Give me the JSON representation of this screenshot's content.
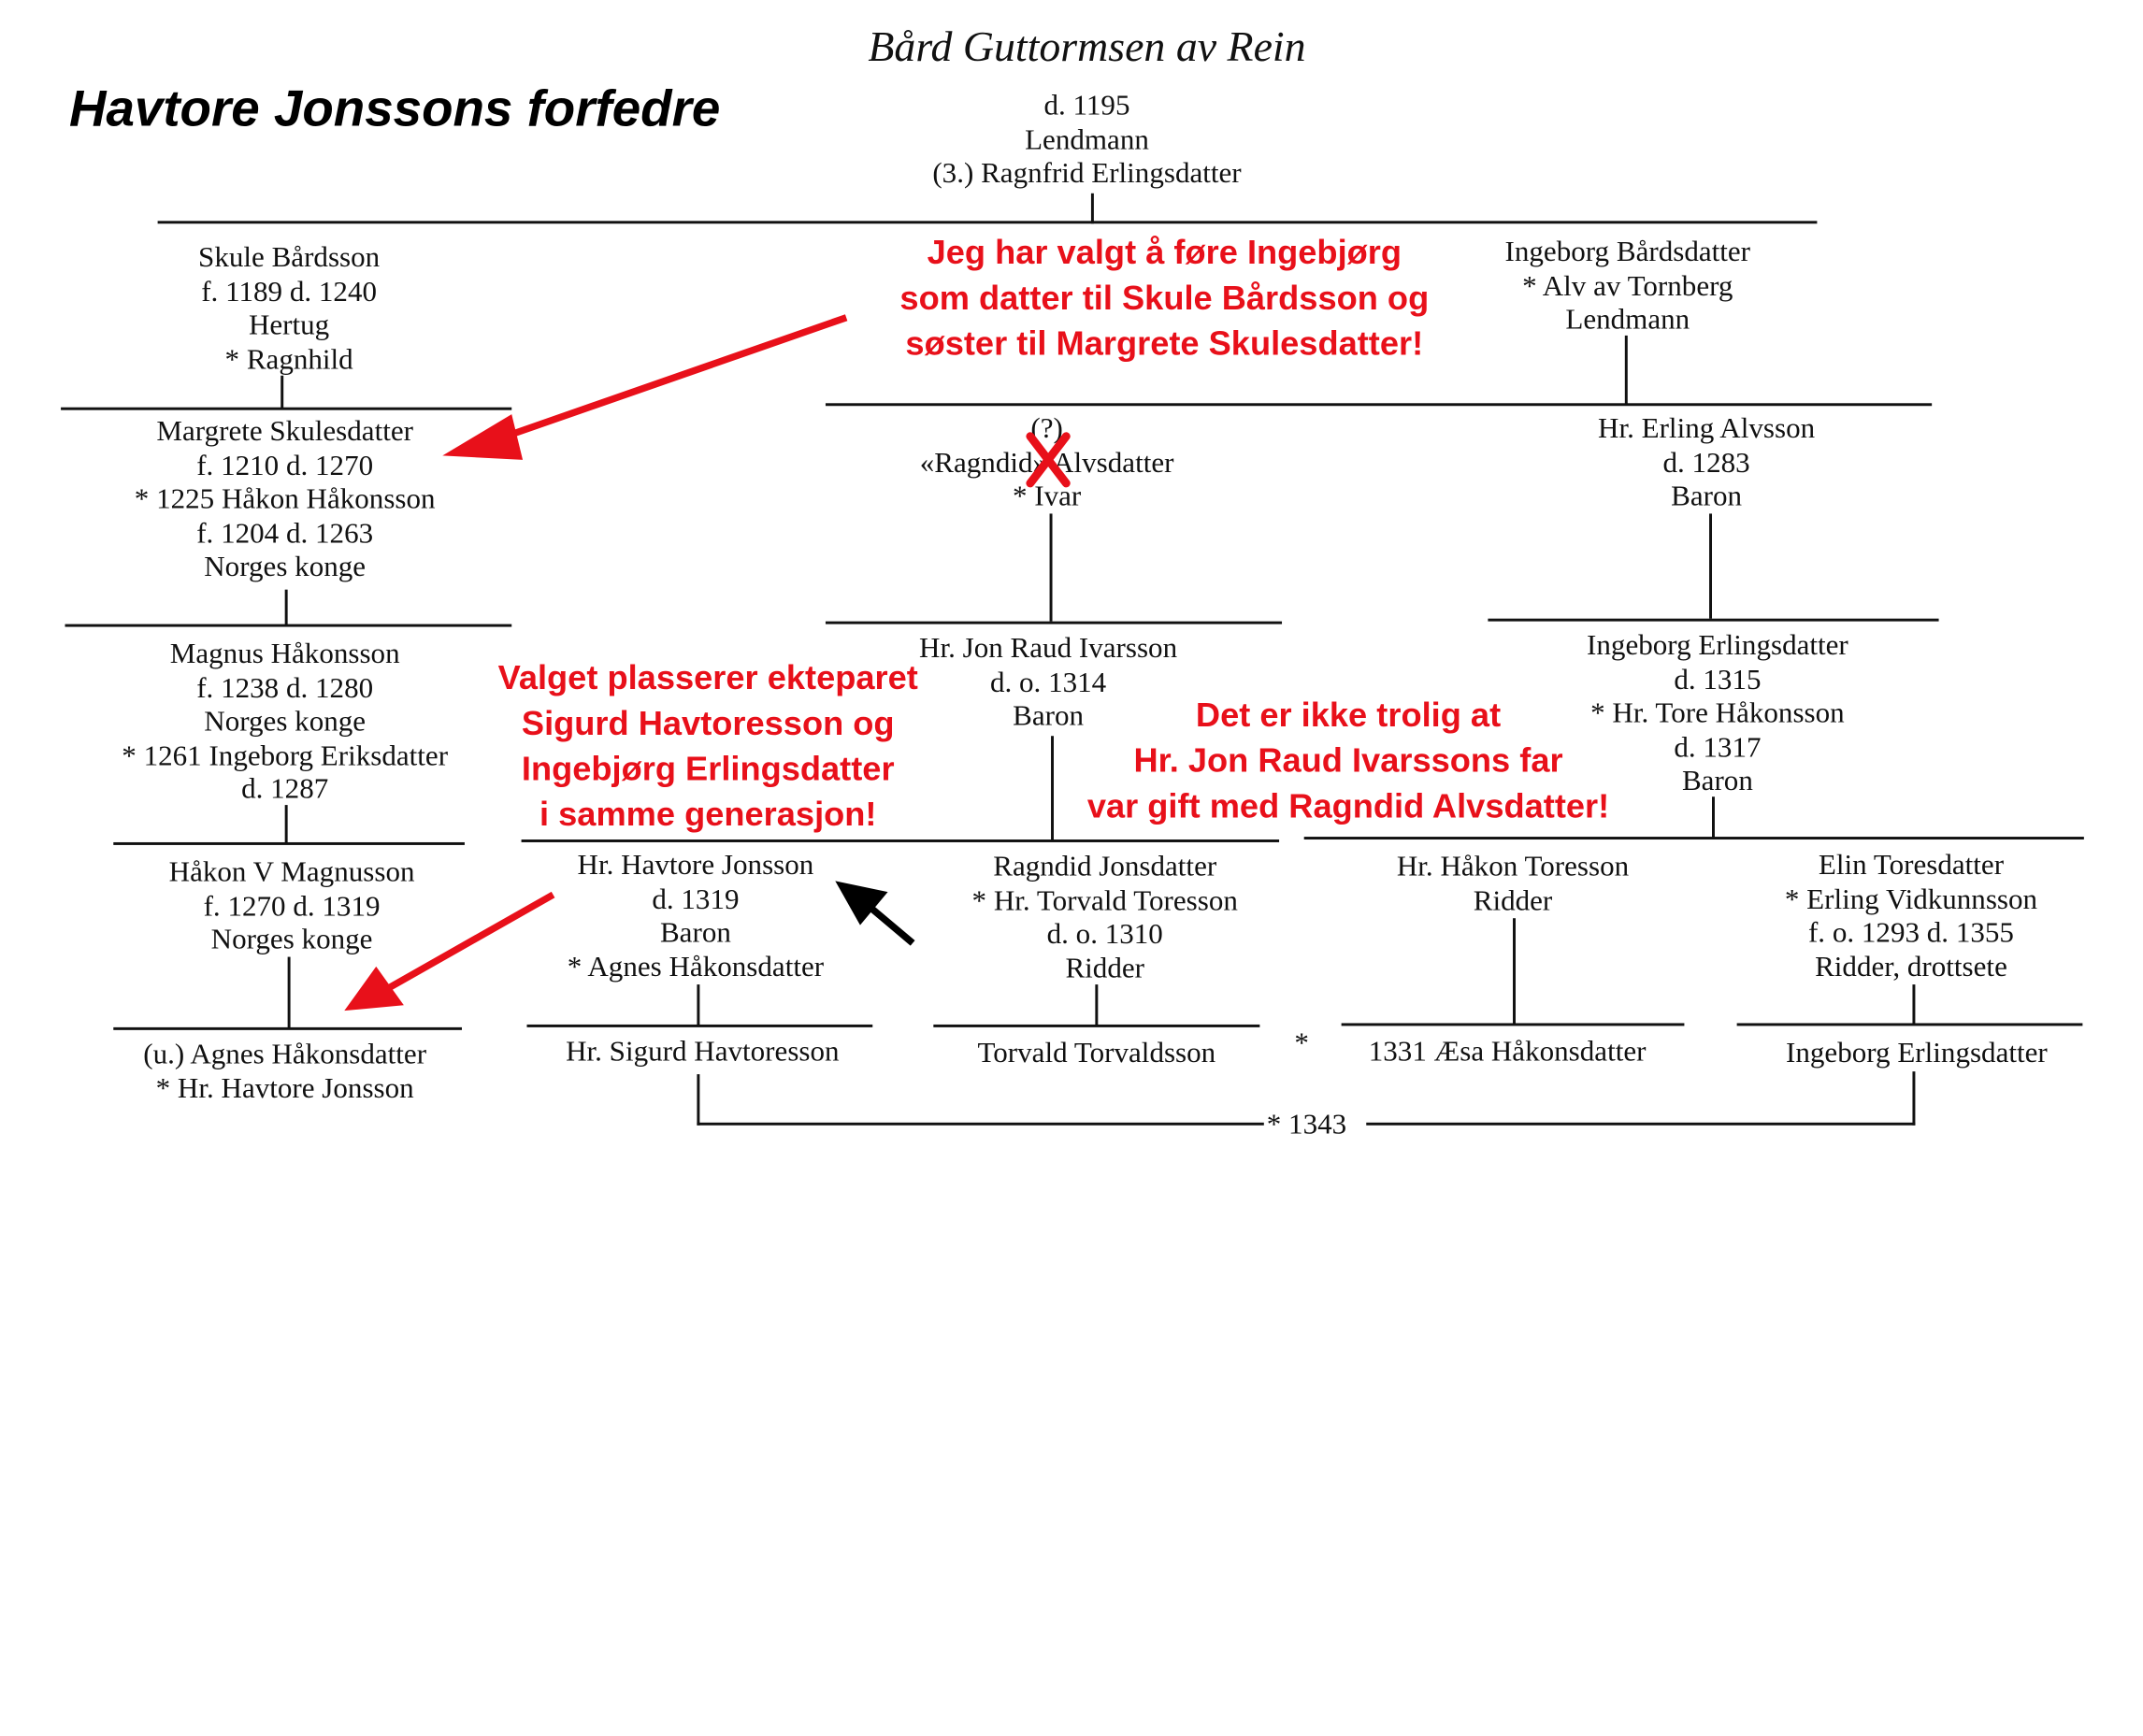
{
  "title": "Havtore Jonssons forfedre",
  "top": {
    "name": "Bård Guttormsen av Rein",
    "lines": [
      "d. 1195",
      "Lendmann",
      "(3.) Ragnfrid Erlingsdatter"
    ]
  },
  "nodes": {
    "skule": [
      "Skule Bårdsson",
      "f. 1189 d. 1240",
      "Hertug",
      "* Ragnhild"
    ],
    "ingeborg_b": [
      "Ingeborg Bårdsdatter",
      "* Alv av Tornberg",
      "Lendmann"
    ],
    "margrete": [
      "Margrete Skulesdatter",
      "f. 1210 d. 1270",
      "* 1225 Håkon Håkonsson",
      "f. 1204 d. 1263",
      "Norges konge"
    ],
    "ragndid": [
      "(?)",
      "«Ragndid» Alvsdatter",
      "* Ivar"
    ],
    "erling_alvsson": [
      "Hr. Erling Alvsson",
      "d. 1283",
      "Baron"
    ],
    "magnus": [
      "Magnus Håkonsson",
      "f. 1238 d. 1280",
      "Norges konge",
      "* 1261 Ingeborg Eriksdatter",
      "d. 1287"
    ],
    "jon_raud": [
      "Hr. Jon Raud Ivarsson",
      "d. o. 1314",
      "Baron"
    ],
    "ingeborg_e": [
      "Ingeborg Erlingsdatter",
      "d. 1315",
      "* Hr. Tore Håkonsson",
      "d. 1317",
      "Baron"
    ],
    "hakon_v": [
      "Håkon V Magnusson",
      "f. 1270 d. 1319",
      "Norges konge"
    ],
    "havtore": [
      "Hr. Havtore Jonsson",
      "d. 1319",
      "Baron",
      "* Agnes Håkonsdatter"
    ],
    "ragndid_j": [
      "Ragndid Jonsdatter",
      "* Hr. Torvald Toresson",
      "d. o. 1310",
      "Ridder"
    ],
    "hakon_t": [
      "Hr. Håkon Toresson",
      "Ridder"
    ],
    "elin": [
      "Elin Toresdatter",
      "* Erling Vidkunnsson",
      "f. o. 1293 d. 1355",
      "Ridder, drottsete"
    ],
    "agnes": [
      "(u.) Agnes Håkonsdatter",
      "* Hr. Havtore Jonsson"
    ],
    "sigurd": [
      "Hr. Sigurd Havtoresson"
    ],
    "torvald": [
      "Torvald Torvaldsson"
    ],
    "aesa": [
      "1331 Æsa Håkonsdatter"
    ],
    "ingeborg_e2": [
      "Ingeborg Erlingsdatter"
    ]
  },
  "marriage_marks": {
    "star": "*",
    "bottom": "* 1343"
  },
  "notes": {
    "note1": [
      "Jeg har valgt å føre Ingebjørg",
      "som datter til Skule Bårdsson og",
      "søster til Margrete Skulesdatter!"
    ],
    "note2": [
      "Valget plasserer ekteparet",
      "Sigurd Havtoresson og",
      "Ingebjørg Erlingsdatter",
      "i samme generasjon!"
    ],
    "note3": [
      "Det er ikke trolig at",
      "Hr. Jon Raud Ivarssons far",
      "var gift med Ragndid Alvsdatter!"
    ]
  },
  "colors": {
    "annotation": "#e8101a",
    "text": "#111111",
    "arrow_black": "#000000"
  },
  "icons": {
    "cross": "red-x-mark-icon",
    "arrows": [
      "red-arrow-icon",
      "black-arrow-icon"
    ]
  }
}
